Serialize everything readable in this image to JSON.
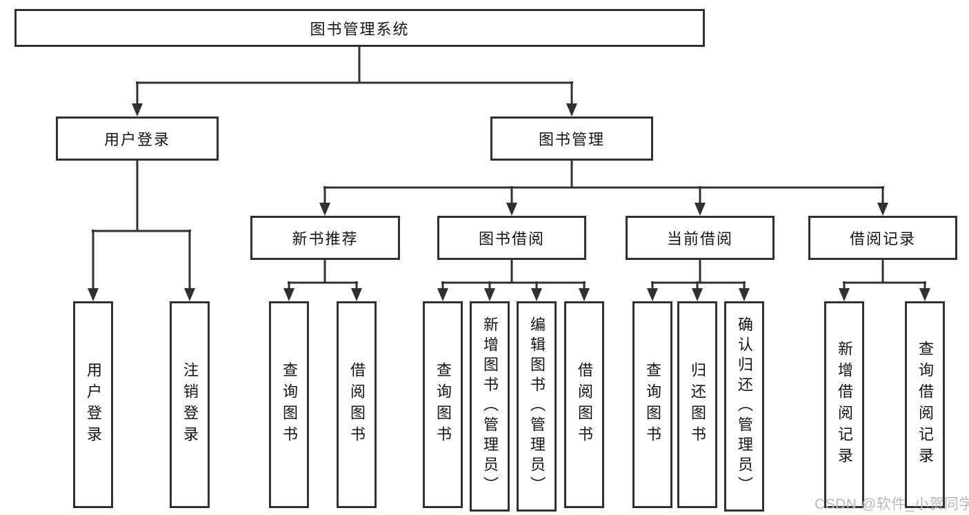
{
  "diagram": {
    "root": {
      "label": "图书管理系统"
    },
    "children": [
      {
        "label": "用户登录",
        "children": [
          {
            "label": "用户登录"
          },
          {
            "label": "注销登录"
          }
        ]
      },
      {
        "label": "图书管理",
        "children": [
          {
            "label": "新书推荐",
            "children": [
              {
                "label": "查询图书"
              },
              {
                "label": "借阅图书"
              }
            ]
          },
          {
            "label": "图书借阅",
            "children": [
              {
                "label": "查询图书"
              },
              {
                "label": "新增图书（管理员）"
              },
              {
                "label": "编辑图书（管理员）"
              },
              {
                "label": "借阅图书"
              }
            ]
          },
          {
            "label": "当前借阅",
            "children": [
              {
                "label": "查询图书"
              },
              {
                "label": "归还图书"
              },
              {
                "label": "确认归还（管理员）"
              }
            ]
          },
          {
            "label": "借阅记录",
            "children": [
              {
                "label": "新增借阅记录"
              },
              {
                "label": "查询借阅记录"
              }
            ]
          }
        ]
      }
    ]
  },
  "watermark": {
    "text": "CSDN @软件_小贺同学"
  },
  "colors": {
    "line": "#303030",
    "text": "#141414",
    "watermark_text": "#b9b9b9",
    "background": "#ffffff"
  }
}
